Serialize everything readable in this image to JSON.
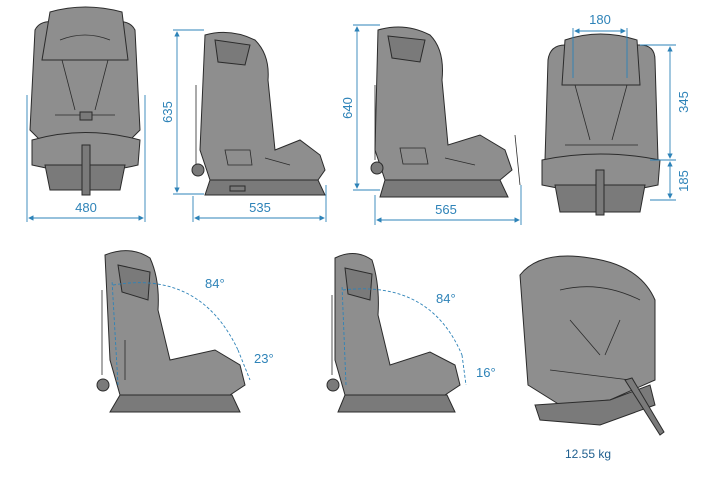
{
  "colors": {
    "seat": "#8e8e8e",
    "outline": "#2b2b2b",
    "dimension": "#2e83b8"
  },
  "views": {
    "front": {
      "width": "480"
    },
    "side_upright": {
      "height": "635",
      "depth": "535"
    },
    "side_extended": {
      "height": "640",
      "depth": "565"
    },
    "front_headrest": {
      "headrest_width": "180",
      "shoulder_height": "345",
      "seat_height": "185"
    },
    "recline_1": {
      "back_angle": "84°",
      "seat_angle": "23°"
    },
    "recline_2": {
      "back_angle": "84°",
      "seat_angle": "16°"
    },
    "perspective": {
      "weight": "12.55 kg"
    }
  }
}
